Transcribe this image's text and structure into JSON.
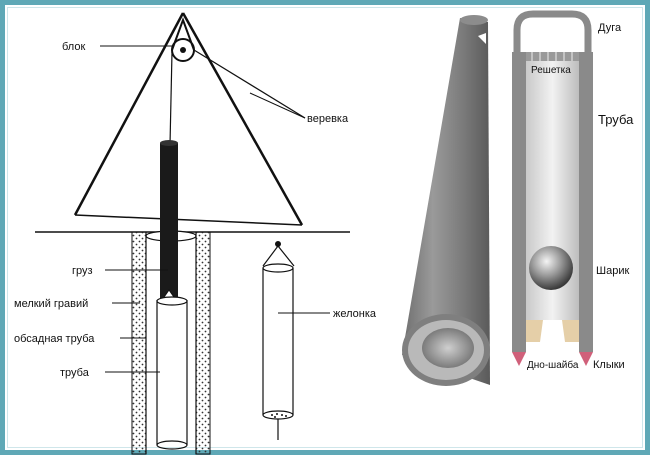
{
  "left_diagram": {
    "labels": {
      "block": "блок",
      "rope": "веревка",
      "weight": "груз",
      "fine_gravel": "мелкий гравий",
      "casing_pipe": "обсадная труба",
      "pipe": "труба",
      "bailer": "желонка"
    }
  },
  "right_diagram": {
    "labels": {
      "arc": "Дуга",
      "grate": "Решетка",
      "pipe": "Труба",
      "ball": "Шарик",
      "bottom_washer": "Дно-шайба",
      "fangs": "Клыки"
    }
  },
  "colors": {
    "frame": "#5fa8b6",
    "pipe_gray": "#8a8a8a",
    "fang_pink": "#d0607a",
    "washer_beige": "#e5cfa8"
  }
}
